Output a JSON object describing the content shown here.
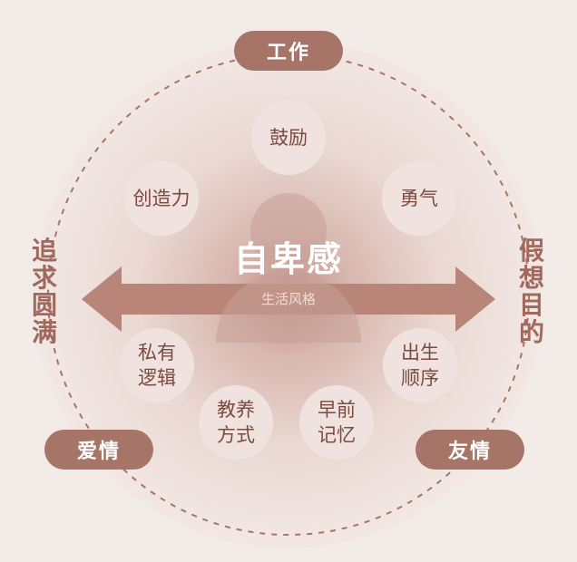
{
  "center": {
    "title": "自卑感",
    "axis_label": "生活风格"
  },
  "tasks": {
    "top": "工作",
    "left": "爱情",
    "right": "友情"
  },
  "side_labels": {
    "left": "追\n求\n圆\n满",
    "right": "假\n想\n目\n的"
  },
  "factors": {
    "encourage": "鼓励",
    "creativity": "创造力",
    "courage": "勇气",
    "private_logic": "私有\n逻辑",
    "parenting": "教养\n方式",
    "early_memory": "早前\n记忆",
    "birth_order": "出生\n顺序"
  },
  "colors": {
    "background": "#f3ebe8",
    "accent": "#a77468",
    "bubble": "#f0e3df",
    "bubble_text": "#7b4a40"
  }
}
